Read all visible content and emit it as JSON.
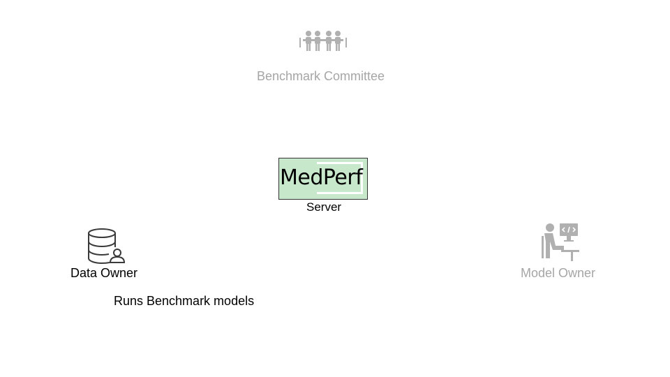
{
  "committee": {
    "label": "Benchmark Committee"
  },
  "medperf": {
    "logo_text": "MedPerf",
    "server_label": "Server"
  },
  "data_owner": {
    "label": "Data Owner",
    "role_text": "Runs Benchmark models"
  },
  "model_owner": {
    "label": "Model Owner"
  },
  "colors": {
    "muted": "#a6a6a6",
    "logo_background": "#c8e8cc",
    "text": "#000000"
  }
}
